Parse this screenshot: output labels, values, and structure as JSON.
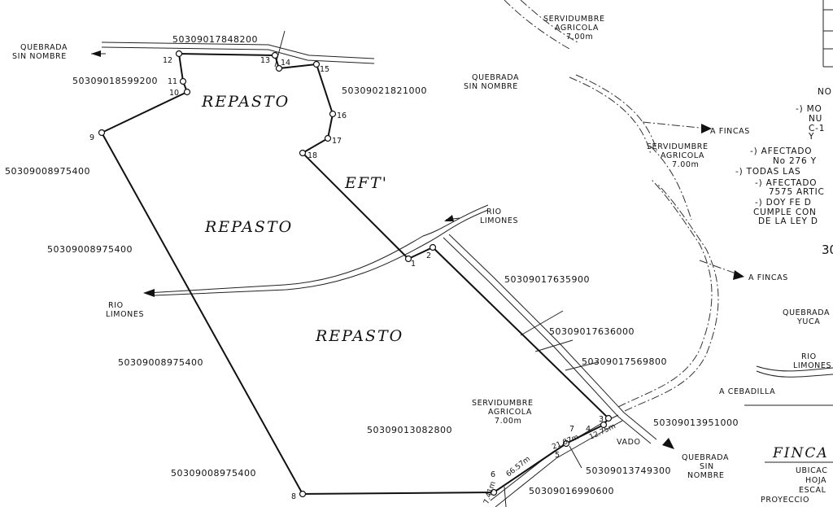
{
  "parcel_codes": {
    "top": "50309017848200",
    "left_upper": "50309018599200",
    "left_a": "50309008975400",
    "left_b": "50309008975400",
    "left_c": "50309008975400",
    "left_d": "50309008975400",
    "center_top": "50309021821000",
    "right_1": "50309017635900",
    "right_2": "50309017636000",
    "right_3": "50309017569800",
    "right_4": "50309013951000",
    "bottom_1": "50309013082800",
    "bottom_2": "50309013749300",
    "bottom_3": "50309016990600"
  },
  "areas": [
    "REPASTO",
    "REPASTO",
    "REPASTO"
  ],
  "eft_label": "EFT'",
  "waterways": {
    "quebrada_top_left": [
      "QUEBRADA",
      "SIN NOMBRE"
    ],
    "quebrada_top_center": [
      "QUEBRADA",
      "SIN NOMBRE"
    ],
    "rio_left": [
      "RIO",
      "LIMONES"
    ],
    "rio_center": [
      "RIO",
      "LIMONES"
    ],
    "rio_right": [
      "RIO",
      "LIMONES"
    ],
    "quebrada_bottom": [
      "QUEBRADA",
      "SIN",
      "NOMBRE"
    ],
    "quebrada_right": [
      "QUEBRADA",
      "YUCA"
    ]
  },
  "servidumbres": {
    "top": [
      "SERVIDUMBRE",
      "AGRICOLA",
      "7.00m"
    ],
    "right": [
      "SERVIDUMBRE",
      "AGRICOLA",
      "7.00m"
    ],
    "bottom": [
      "SERVIDUMBRE",
      "AGRICOLA",
      "7.00m"
    ]
  },
  "directions": {
    "fincas_1": "A FINCAS",
    "fincas_2": "A FINCAS",
    "cebadilla": "A CEBADILLA",
    "vado": "VADO"
  },
  "vertices": [
    "1",
    "2",
    "3",
    "4",
    "5",
    "6",
    "7",
    "8",
    "9",
    "10",
    "11",
    "12",
    "13",
    "14",
    "15",
    "16",
    "17",
    "18"
  ],
  "measurements": {
    "m1": "66.57m",
    "m2": "21.87m",
    "m3": "12.75m",
    "m4": "7.41m"
  },
  "notes": {
    "header": "NO",
    "lines": [
      "-) MO",
      "NU",
      "C-1",
      "Y",
      "-) AFECTADO",
      "No 276 Y",
      "-) TODAS LAS",
      "-) AFECTADO",
      "7575 ARTIC",
      "-) DOY FE D",
      "CUMPLE CON",
      "DE LA LEY D"
    ],
    "number_fragment": "30"
  },
  "finca_block": {
    "title": "FINCA",
    "lines": [
      "UBICAC",
      "HOJA",
      "ESCAL",
      "PROYECCIO"
    ]
  }
}
